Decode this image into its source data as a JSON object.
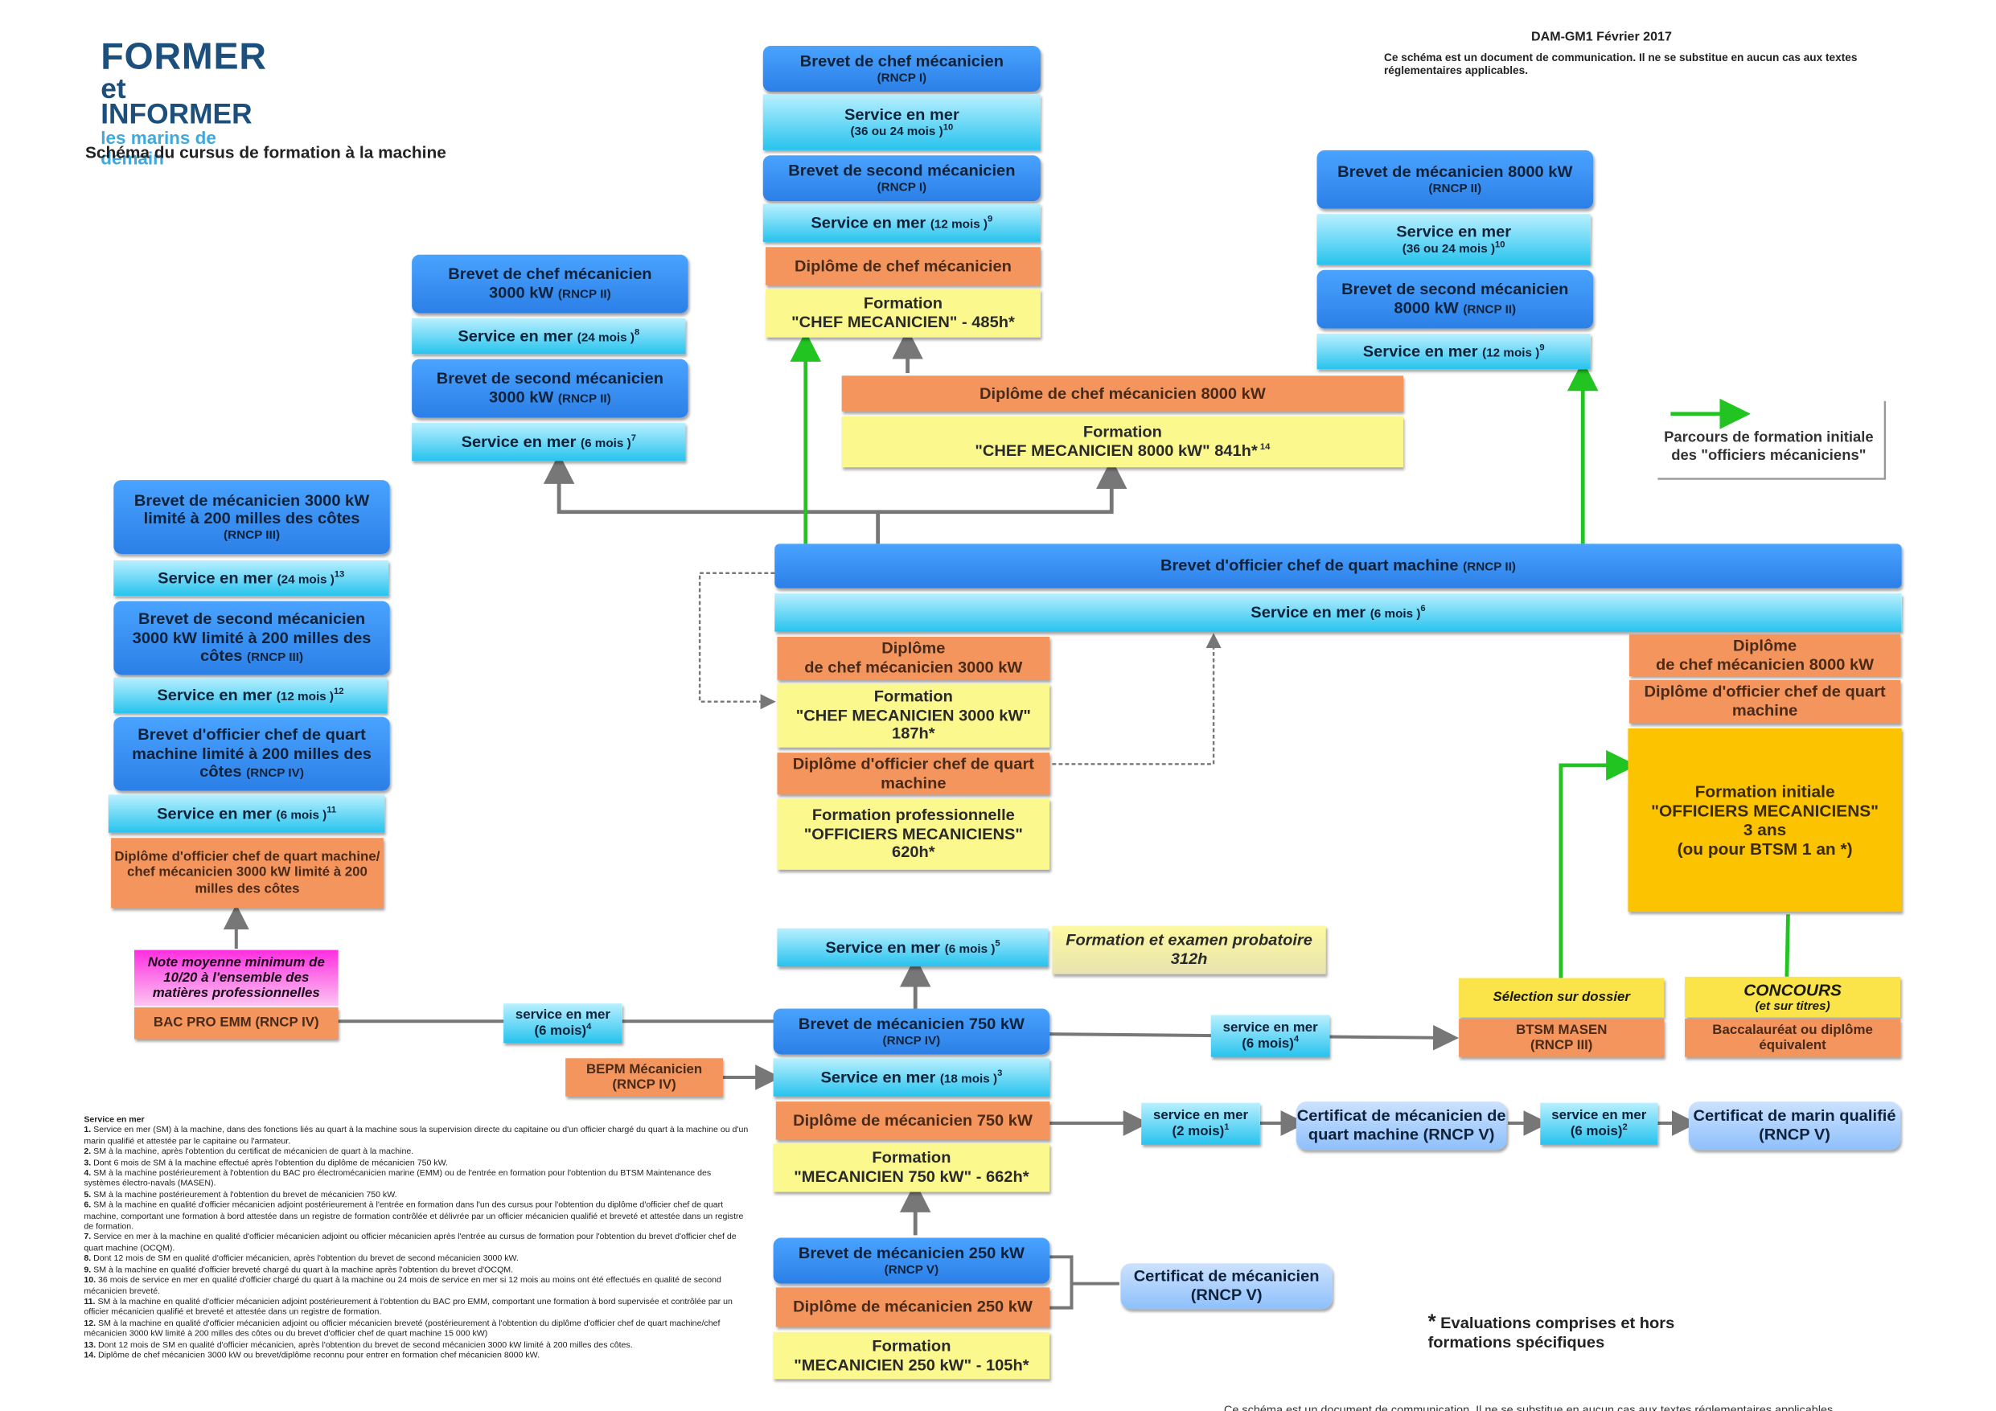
{
  "header": {
    "logo_line1": "FORMER",
    "logo_line2": "et INFORMER",
    "logo_line3": "les marins de demain",
    "title": "Schéma du cursus de formation à la machine",
    "ref": "DAM-GM1 Février 2017",
    "disclaimer": "Ce schéma est un document de communication. Il ne se substitue en aucun cas aux textes réglementaires applicables."
  },
  "legend": {
    "text": "Parcours de formation initiale des \"officiers mécaniciens\"",
    "arrow_color": "#22c422"
  },
  "center_top": {
    "brevet_chef": "Brevet de chef mécanicien",
    "brevet_chef_rncp": "(RNCP I)",
    "service_chef": "Service en mer",
    "service_chef_detail": "(36 ou 24 mois )",
    "service_chef_note": "10",
    "brevet_second": "Brevet de second mécanicien",
    "brevet_second_rncp": "(RNCP I)",
    "service_second": "Service en mer",
    "service_second_detail": "(12 mois )",
    "service_second_note": "9",
    "diplome": "Diplôme de chef mécanicien",
    "formation": "Formation",
    "formation_name": "\"CHEF MECANICIEN\" - 485h*"
  },
  "chef3000": {
    "brevet_chef": "Brevet de chef mécanicien",
    "brevet_chef_line2": "3000 kW",
    "brevet_chef_rncp": "(RNCP II)",
    "service_chef": "Service en mer",
    "service_chef_detail": "(24 mois )",
    "service_chef_note": "8",
    "brevet_second": "Brevet de second mécanicien",
    "brevet_second_line2": "3000 kW",
    "brevet_second_rncp": "(RNCP II)",
    "service_second": "Service en mer",
    "service_second_detail": "(6 mois )",
    "service_second_note": "7"
  },
  "chef8000": {
    "brevet_meca": "Brevet de mécanicien 8000 kW",
    "brevet_meca_rncp": "(RNCP II)",
    "service1": "Service en mer",
    "service1_detail": "(36 ou 24 mois )",
    "service1_note": "10",
    "brevet_second": "Brevet de second mécanicien",
    "brevet_second_line2": "8000 kW",
    "brevet_second_rncp": "(RNCP II)",
    "service2": "Service en mer",
    "service2_detail": "(12 mois )",
    "service2_note": "9",
    "diplome": "Diplôme de chef mécanicien 8000 kW",
    "formation": "Formation",
    "formation_name": "\"CHEF MECANICIEN 8000 kW\" 841h*",
    "formation_note": " 14"
  },
  "left_col": {
    "brevet_meca_line1": "Brevet de mécanicien 3000 kW",
    "brevet_meca_line2": "limité à 200 milles des côtes",
    "brevet_meca_rncp": "(RNCP III)",
    "service1": "Service en mer",
    "service1_detail": "(24 mois )",
    "service1_note": "13",
    "brevet_second_line1": "Brevet de second mécanicien",
    "brevet_second_line2": "3000 kW limité à 200 milles des",
    "brevet_second_line3": "côtes",
    "brevet_second_rncp": "(RNCP III)",
    "service2": "Service en mer",
    "service2_detail": "(12 mois )",
    "service2_note": "12",
    "brevet_officier_line1": "Brevet d'officier chef de quart",
    "brevet_officier_line2": "machine limité à 200 milles des",
    "brevet_officier_line3": "côtes",
    "brevet_officier_rncp": "(RNCP IV)",
    "service3": "Service en mer",
    "service3_detail": "(6 mois )",
    "service3_note": "11",
    "diplome_line1": "Diplôme d'officier chef de quart machine/",
    "diplome_line2": "chef mécanicien 3000 kW limité à 200",
    "diplome_line3": "milles des côtes",
    "note_line1": "Note moyenne minimum de",
    "note_line2": "10/20 à l'ensemble des",
    "note_line3": "matières professionnelles",
    "bacpro": "BAC PRO EMM  (RNCP IV)",
    "service_bac": "service en mer",
    "service_bac_detail": "(6 mois)",
    "service_bac_note": "4",
    "bepm_line1": "BEPM  Mécanicien",
    "bepm_line2": "(RNCP IV)"
  },
  "officier": {
    "brevet": "Brevet d'officier chef de quart machine",
    "brevet_rncp": "(RNCP II)",
    "service": "Service en mer",
    "service_detail": "(6 mois )",
    "service_note": "6",
    "dipl3000_line1": "Diplôme",
    "dipl3000_line2": "de chef mécanicien 3000 kW",
    "form3000_line1": "Formation",
    "form3000_line2": "\"CHEF MECANICIEN 3000 kW\"",
    "form3000_line3": "187h*",
    "dipl_officier_line1": "Diplôme d'officier chef de quart",
    "dipl_officier_line2": "machine",
    "formpro_line1": "Formation professionnelle",
    "formpro_line2": "\"OFFICIERS MECANICIENS\"",
    "formpro_line3": "620h*",
    "dipl8000_line1": "Diplôme",
    "dipl8000_line2": "de chef mécanicien 8000 kW",
    "dipl_officier2_line1": "Diplôme d'officier chef de quart",
    "dipl_officier2_line2": "machine",
    "forminit_line1": "Formation initiale",
    "forminit_line2": "\"OFFICIERS MECANICIENS\"",
    "forminit_line3": "3 ans",
    "forminit_line4": "(ou pour BTSM 1 an *)"
  },
  "lower": {
    "service750": "Service en mer",
    "service750_detail": "(6 mois )",
    "service750_note": "5",
    "probatoire_line1": "Formation et examen probatoire",
    "probatoire_line2": "312h",
    "brevet750": "Brevet de mécanicien 750 kW",
    "brevet750_rncp": "(RNCP IV)",
    "service18": "Service en mer",
    "service18_detail": "(18 mois )",
    "service18_note": "3",
    "dipl750": "Diplôme de mécanicien 750 kW",
    "form750_line1": "Formation",
    "form750_line2": "\"MECANICIEN 750 kW\" - 662h*",
    "brevet250": "Brevet de mécanicien 250 kW",
    "brevet250_rncp": "(RNCP V)",
    "dipl250": "Diplôme de mécanicien 250 kW",
    "form250_line1": "Formation",
    "form250_line2": "\"MECANICIEN 250 kW\" - 105h*",
    "cert_meca_line1": "Certificat de mécanicien",
    "cert_meca_line2": "(RNCP V)",
    "service_btsm": "service en mer",
    "service_btsm_detail": "(6 mois)",
    "service_btsm_note": "4",
    "selection": "Sélection sur dossier",
    "btsm_line1": "BTSM MASEN",
    "btsm_line2": "(RNCP III)",
    "concours": "CONCOURS",
    "concours_sub": "(et sur titres)",
    "bac_line1": "Baccalauréat ou diplôme",
    "bac_line2": "équivalent",
    "service_2m": "service en mer",
    "service_2m_detail": "(2 mois)",
    "service_2m_note": "1",
    "cert_quart_line1": "Certificat de mécanicien de",
    "cert_quart_line2": "quart machine (RNCP V)",
    "service_6m": "service en mer",
    "service_6m_detail": "(6 mois)",
    "service_6m_note": "2",
    "cert_marin_line1": "Certificat de marin qualifié",
    "cert_marin_line2": "(RNCP V)"
  },
  "evaluations": {
    "line1": "Evaluations comprises et hors",
    "line2": "formations spécifiques",
    "star": "*"
  },
  "footer_text": "Ce schéma est un document de communication. Il ne se substitue en aucun cas aux textes réglementaires applicables.",
  "notes": {
    "title": "Service en mer",
    "items": [
      {
        "n": "1.",
        "t": "Service en mer  (SM) à la machine, dans des fonctions liés au quart à la machine sous la supervision directe du capitaine ou d'un officier chargé du quart à la machine ou d'un marin qualifié et attestée par le capitaine ou l'armateur."
      },
      {
        "n": "2.",
        "t": "SM à la machine, après l'obtention du certificat de mécanicien de quart à la machine."
      },
      {
        "n": "3.",
        "t": "Dont 6 mois de SM à la machine effectué après l'obtention du diplôme de mécanicien 750 kW."
      },
      {
        "n": "4.",
        "t": "SM à la machine postérieurement à l'obtention du BAC pro électromécanicien marine (EMM) ou de l'entrée en formation pour l'obtention du BTSM Maintenance des systèmes électro-navals (MASEN)."
      },
      {
        "n": "5.",
        "t": "SM à la machine postérieurement à l'obtention du brevet de mécanicien 750 kW."
      },
      {
        "n": "6.",
        "t": "SM à la machine en qualité d'officier mécanicien adjoint postérieurement à l'entrée en formation dans l'un des cursus pour l'obtention du diplôme d'officier chef de quart machine, comportant  une formation à bord attestée dans un registre de formation contrôlée et délivrée par un officier mécanicien qualifié et breveté et attestée dans un registre de formation."
      },
      {
        "n": "7.",
        "t": "Service en mer à la machine en qualité d'officier mécanicien adjoint ou officier mécanicien après l'entrée au cursus de formation pour l'obtention du brevet d'officier chef de quart machine (OCQM)."
      },
      {
        "n": "8.",
        "t": "Dont 12 mois de SM en qualité d'officier mécanicien, après l'obtention du brevet de second mécanicien 3000 kW."
      },
      {
        "n": "9.",
        "t": "SM à la machine en qualité d'officier breveté chargé du quart à la machine après l'obtention du brevet d'OCQM."
      },
      {
        "n": "10.",
        "t": "36 mois de service en mer en qualité d'officier chargé du quart à la machine ou 24 mois de service en mer si 12 mois au moins ont été effectués en qualité de second mécanicien breveté."
      },
      {
        "n": "11.",
        "t": "SM à la machine en qualité d'officier mécanicien adjoint postérieurement à l'obtention du BAC pro EMM, comportant  une formation à bord supervisée et contrôlée par un officier mécanicien qualifié et breveté et attestée dans un registre de formation."
      },
      {
        "n": "12.",
        "t": "SM à la machine en qualité d'officier mécanicien adjoint ou officier mécanicien breveté (postérieurement à l'obtention du diplôme d'officier chef de quart machine/chef mécanicien 3000 kW limité à 200 milles des côtes ou du brevet d'officier chef de quart machine 15 000 kW)"
      },
      {
        "n": "13.",
        "t": "Dont 12 mois de SM en qualité d'officier mécanicien, après l'obtention du brevet de second mécanicien 3000 kW limité à 200 milles des côtes."
      },
      {
        "n": "14.",
        "t": "Diplôme de chef mécanicien 3000 kW ou brevet/diplôme reconnu pour entrer en formation chef mécanicien 8000 kW."
      }
    ]
  }
}
